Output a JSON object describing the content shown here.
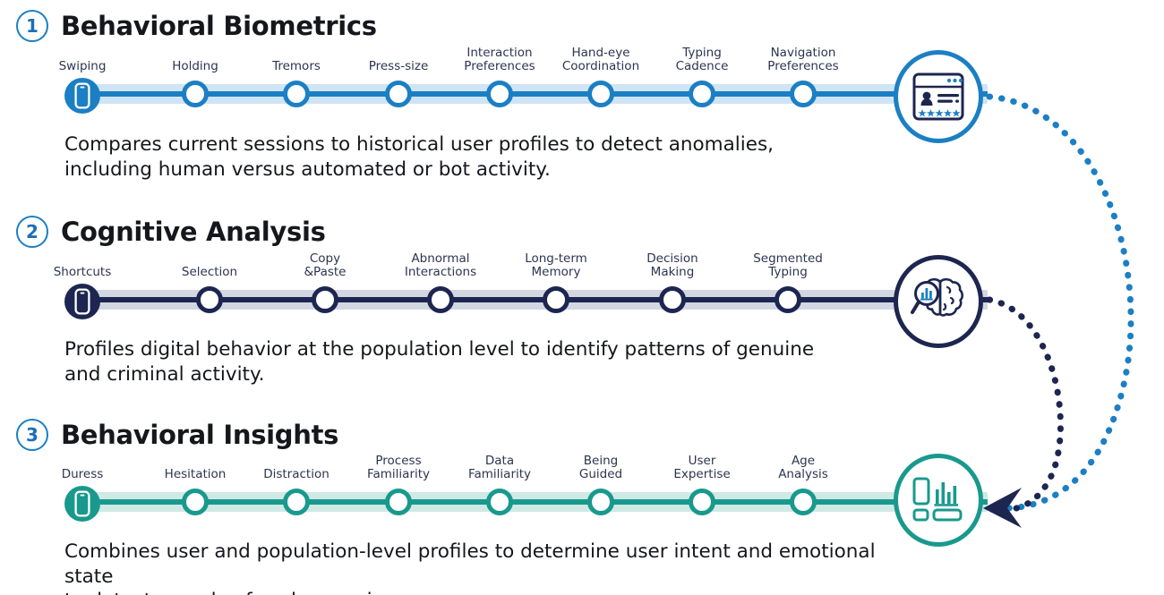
{
  "sections": [
    {
      "number": "1",
      "title": "Behavioral Biometrics",
      "accent": "#1b7fc4",
      "band": "#cfe4f5",
      "start_label": "Swiping",
      "nodes": [
        {
          "label": "Holding"
        },
        {
          "label": "Tremors"
        },
        {
          "label": "Press-size"
        },
        {
          "label": "Interaction\nPreferences"
        },
        {
          "label": "Hand-eye\nCoordination"
        },
        {
          "label": "Typing\nCadence"
        },
        {
          "label": "Navigation\nPreferences"
        }
      ],
      "description": "Compares current sessions to historical user profiles to detect anomalies,\nincluding human versus automated or bot activity.",
      "end_icon": "profile-card-icon"
    },
    {
      "number": "2",
      "title": "Cognitive Analysis",
      "accent": "#1d2650",
      "band": "#d3d7e2",
      "start_label": "Shortcuts",
      "nodes": [
        {
          "label": "Selection"
        },
        {
          "label": "Copy\n&Paste"
        },
        {
          "label": "Abnormal\nInteractions"
        },
        {
          "label": "Long-term\nMemory"
        },
        {
          "label": "Decision\nMaking"
        },
        {
          "label": "Segmented\nTyping"
        }
      ],
      "description": "Profiles digital behavior at the population level to identify patterns of genuine\nand criminal activity.",
      "end_icon": "brain-magnifier-icon"
    },
    {
      "number": "3",
      "title": "Behavioral Insights",
      "accent": "#19998d",
      "band": "#cfe9e4",
      "start_label": "Duress",
      "nodes": [
        {
          "label": "Hesitation"
        },
        {
          "label": "Distraction"
        },
        {
          "label": "Process\nFamiliarity"
        },
        {
          "label": "Data\nFamiliarity"
        },
        {
          "label": "Being\nGuided"
        },
        {
          "label": "User\nExpertise"
        },
        {
          "label": "Age\nAnalysis"
        }
      ],
      "description": "Combines user and population-level profiles to determine user intent and emotional state\nto detect complex fraud scenarios.",
      "end_icon": "dashboard-bars-icon"
    }
  ],
  "connectors": [
    {
      "name": "biometrics-to-insights-flow",
      "color": "#1b7fc4",
      "style": "dotted"
    },
    {
      "name": "cognitive-to-insights-flow",
      "color": "#1d2650",
      "style": "dotted"
    }
  ],
  "palette": {
    "blue": "#1b7fc4",
    "navy": "#1d2650",
    "teal": "#19998d",
    "badge_border": "#1b7fc4",
    "title_text": "#15171c",
    "label_text": "#2c3550"
  }
}
